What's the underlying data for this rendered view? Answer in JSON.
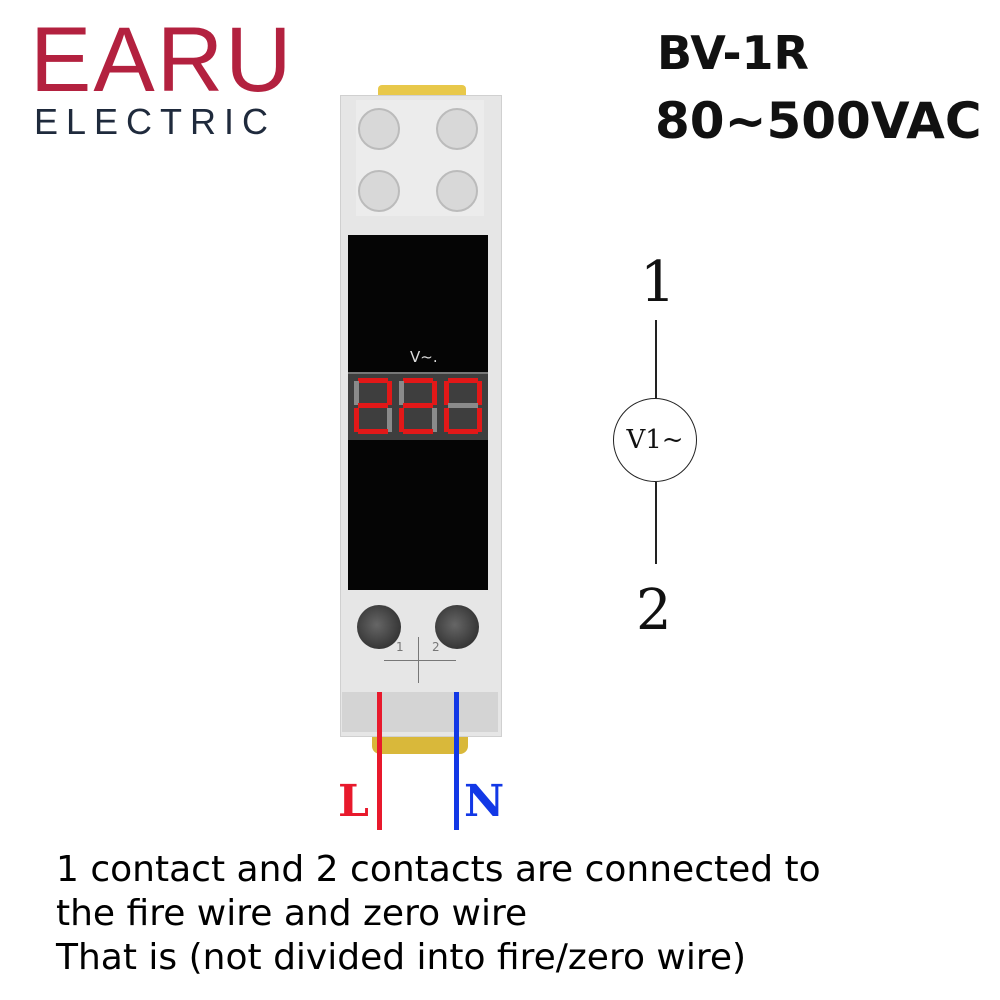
{
  "brand": {
    "name": "EARU",
    "subtitle": "ELECTRIC"
  },
  "product": {
    "model": "BV-1R",
    "range": "80~500VAC"
  },
  "device": {
    "unit_label": "V~.",
    "reading": "220",
    "terminal_1": "1",
    "terminal_2": "2"
  },
  "symbol": {
    "top_terminal": "1",
    "meter_label": "V1~",
    "bottom_terminal": "2"
  },
  "wires": {
    "live": {
      "label": "L",
      "color": "#e8192c"
    },
    "neutral": {
      "label": "N",
      "color": "#1238e6"
    }
  },
  "footer": {
    "lines": [
      "1 contact and 2 contacts are connected to",
      "the fire wire and zero wire",
      "That is (not divided into fire/zero wire)"
    ]
  }
}
